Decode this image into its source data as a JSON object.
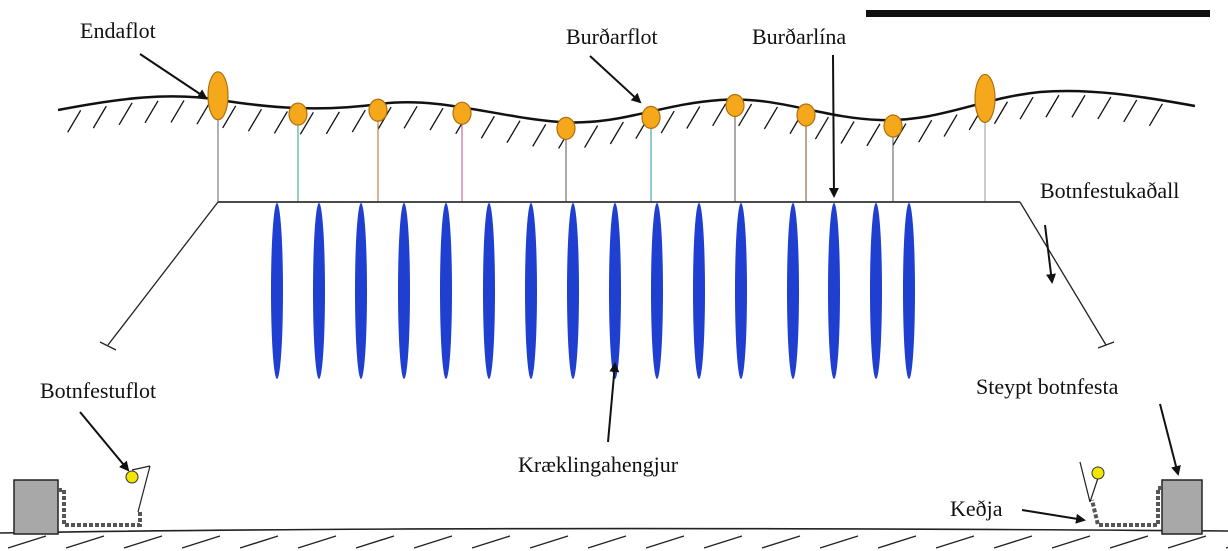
{
  "labels": {
    "end_float": "Endaflot",
    "support_float": "Burðarflot",
    "support_line": "Burðarlína",
    "bottom_anchor_rope": "Botnfestukaðall",
    "bottom_anchor_float": "Botnfestuflot",
    "concrete_anchor": "Steypt botnfesta",
    "mussel_droppers": "Kræklingahengjur",
    "chain": "Keðja"
  },
  "colors": {
    "float_fill": "#f5a81c",
    "float_stroke": "#b0700a",
    "mussel_fill": "#1f3fd0",
    "small_float": "#f2e600",
    "block": "#a8a8a8",
    "ink": "#111111"
  }
}
